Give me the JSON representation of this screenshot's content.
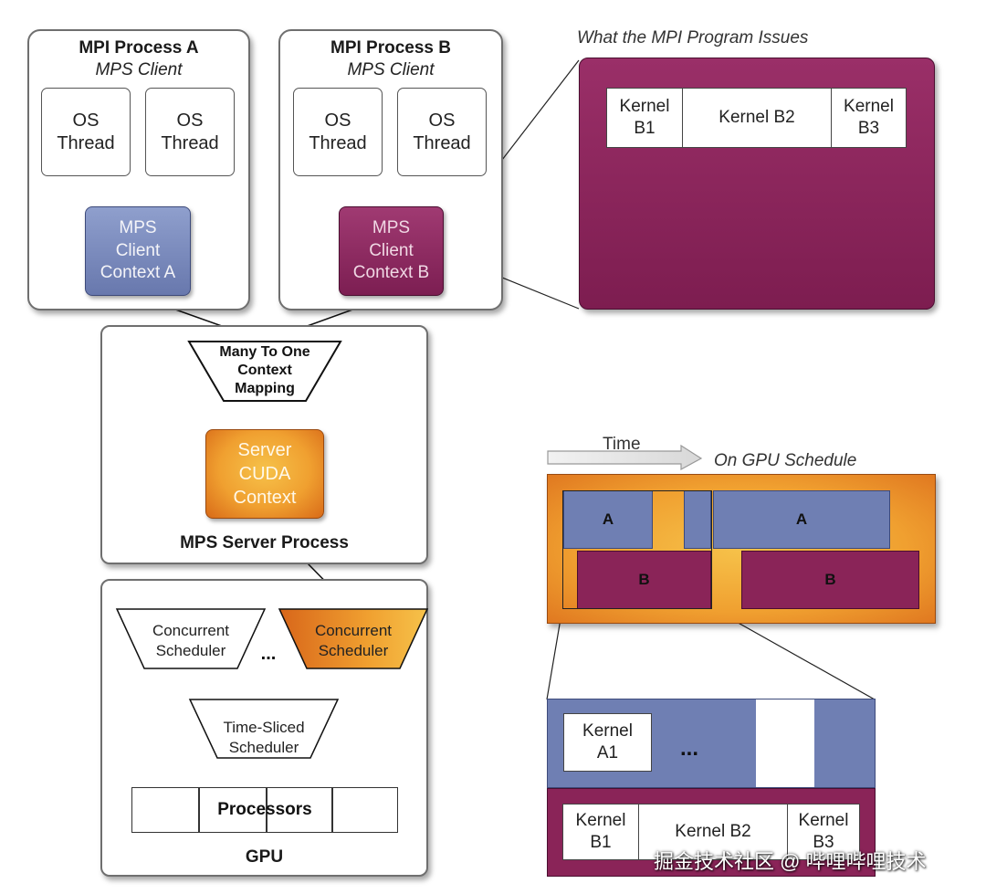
{
  "processA": {
    "title": "MPI Process A",
    "subtitle": "MPS Client",
    "threads": [
      "OS\nThread",
      "OS\nThread"
    ],
    "context": "MPS\nClient\nContext A"
  },
  "processB": {
    "title": "MPI Process B",
    "subtitle": "MPS Client",
    "threads": [
      "OS\nThread",
      "OS\nThread"
    ],
    "context": "MPS\nClient\nContext B"
  },
  "issues": {
    "caption": "What the MPI Program Issues",
    "kernels": [
      "Kernel\nB1",
      "Kernel B2",
      "Kernel\nB3"
    ]
  },
  "server": {
    "mapping": [
      "Many To One",
      "Context",
      "Mapping"
    ],
    "context": "Server\nCUDA\nContext",
    "label": "MPS Server Process"
  },
  "gpu": {
    "scheduler_left": [
      "Concurrent",
      "Scheduler"
    ],
    "scheduler_right": [
      "Concurrent",
      "Scheduler"
    ],
    "ellipsis": "...",
    "time_sliced": [
      "Time-Sliced",
      "Scheduler"
    ],
    "processors": "Processors",
    "label": "GPU"
  },
  "schedule": {
    "time_label": "Time",
    "caption": "On GPU Schedule",
    "row_a_label": "A",
    "row_b_label": "B"
  },
  "detail": {
    "kernel_a1": "Kernel\nA1",
    "ellipsis": "...",
    "kernels_b": [
      "Kernel\nB1",
      "Kernel B2",
      "Kernel\nB3"
    ]
  },
  "watermark": "掘金技术社区 @ 哔哩哔哩技术",
  "colors": {
    "client_a": "#6f7fb3",
    "client_b": "#8a2458",
    "server": "#f0a030",
    "panel_border": "#6f6f6f"
  }
}
